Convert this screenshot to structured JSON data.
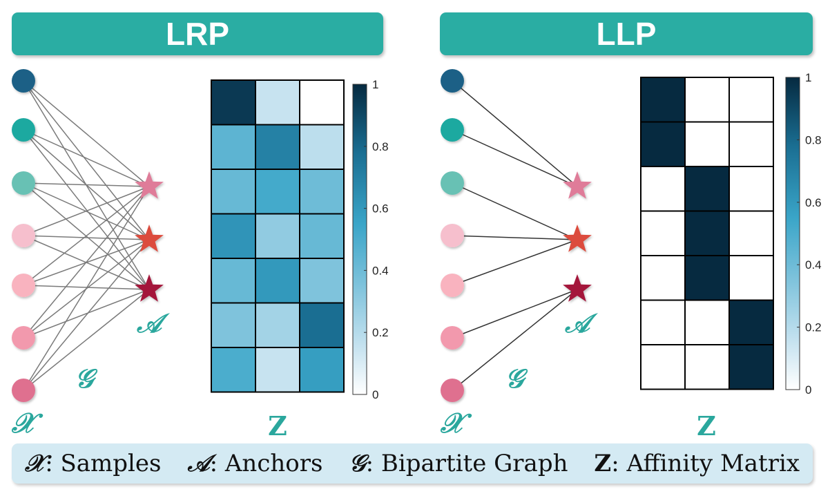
{
  "headers": {
    "left": "LRP",
    "right": "LLP"
  },
  "symbols": {
    "samples": "𝒳",
    "anchors": "𝒜",
    "graph": "𝒢",
    "matrix": "Z"
  },
  "colorbar_ticks": [
    "0",
    "0.2",
    "0.4",
    "0.6",
    "0.8",
    "1"
  ],
  "legend": [
    {
      "symbol": "𝒳",
      "text": ": Samples"
    },
    {
      "symbol": "𝒜",
      "text": ": Anchors"
    },
    {
      "symbol": "𝒢",
      "text": ": Bipartite Graph"
    },
    {
      "symbol": "Z",
      "text": ": Affinity Matrix"
    }
  ],
  "colors": {
    "header": "#2aada3",
    "symbol": "#2aa79d",
    "legend_bg": "#d4eaf3",
    "edge_lrp": "#7a7a7a",
    "edge_llp": "#333333"
  },
  "sample_colors": [
    "#1b6186",
    "#1ea9a0",
    "#68c1b4",
    "#f6bfcd",
    "#f9b3bf",
    "#f299ad",
    "#df6f8f"
  ],
  "anchor_colors": [
    "#df7b99",
    "#dc4c3e",
    "#a4173a"
  ],
  "lrp": {
    "Z": [
      [
        0.95,
        0.15,
        0.0
      ],
      [
        0.45,
        0.7,
        0.18
      ],
      [
        0.42,
        0.52,
        0.4
      ],
      [
        0.62,
        0.3,
        0.42
      ],
      [
        0.42,
        0.6,
        0.35
      ],
      [
        0.35,
        0.25,
        0.78
      ],
      [
        0.5,
        0.15,
        0.58
      ]
    ]
  },
  "llp": {
    "Z": [
      [
        1,
        0,
        0
      ],
      [
        1,
        0,
        0
      ],
      [
        0,
        1,
        0
      ],
      [
        0,
        1,
        0
      ],
      [
        0,
        1,
        0
      ],
      [
        0,
        0,
        1
      ],
      [
        0,
        0,
        1
      ]
    ]
  }
}
